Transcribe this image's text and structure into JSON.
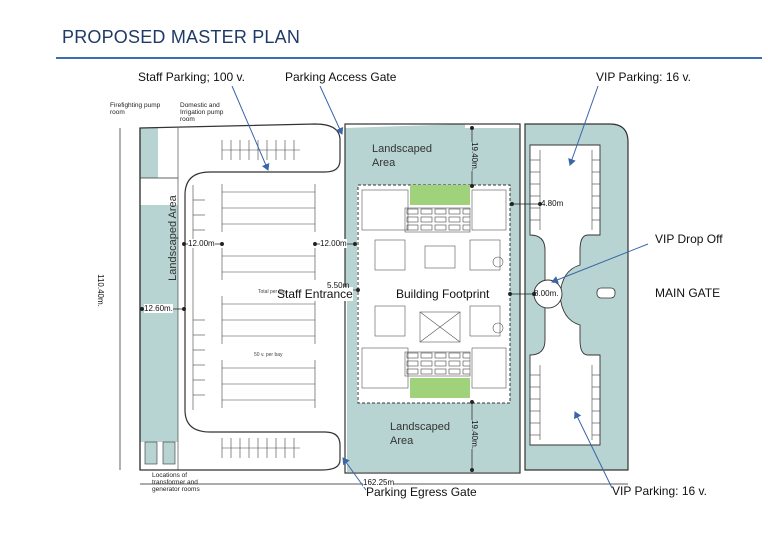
{
  "header": {
    "title": "PROPOSED MASTER PLAN"
  },
  "callouts": {
    "staff_parking": "Staff Parking; 100 v.",
    "parking_access_gate": "Parking Access Gate",
    "vip_parking_top": "VIP Parking: 16 v.",
    "vip_drop_off": "VIP Drop Off",
    "main_gate": "MAIN GATE",
    "vip_parking_bottom": "VIP Parking: 16 v.",
    "parking_egress_gate": "Parking Egress Gate",
    "staff_entrance": "Staff Entrance",
    "building_footprint": "Building Footprint"
  },
  "notes": {
    "firefighting": [
      "Firefighting pump",
      "room"
    ],
    "domestic": [
      "Domestic and",
      "Irrigation pump",
      "room"
    ],
    "transformer": [
      "Locations of",
      "transformer and",
      "generator rooms"
    ]
  },
  "areas": {
    "landscaped_left": "Landscaped Area",
    "landscaped_top": [
      "Landscaped",
      "Area"
    ],
    "landscaped_bottom": [
      "Landscaped",
      "Area"
    ]
  },
  "dimensions": {
    "overall_height": "110.40m.",
    "overall_width": "162.25m",
    "strip_width": "12.60m.",
    "aisle_left": "12.00m",
    "aisle_right": "12.00m",
    "entrance_gap": "5.50m",
    "top_setback": "19.40m.",
    "bottom_setback": "19.40m.",
    "vip_gap": "4.80m",
    "dropoff_diameter": "8.00m."
  },
  "small_text": {
    "total_per_bay": "Total per bay",
    "bay_count": "50 v. per bay"
  },
  "colors": {
    "landscape": "#b7d4d2",
    "lawn": "#9fd27a",
    "arrow": "#3a66a8",
    "title": "#1f3a66"
  }
}
